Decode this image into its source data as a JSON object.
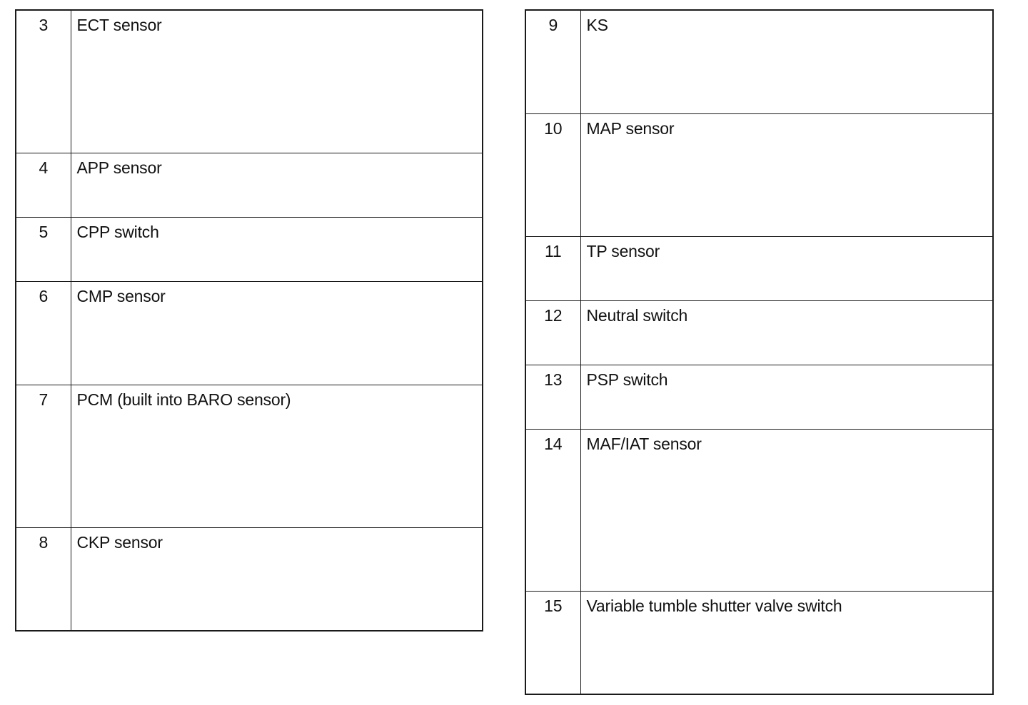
{
  "left_table": {
    "rows": [
      {
        "number": "3",
        "label": "ECT sensor"
      },
      {
        "number": "4",
        "label": "APP sensor"
      },
      {
        "number": "5",
        "label": "CPP switch"
      },
      {
        "number": "6",
        "label": "CMP sensor"
      },
      {
        "number": "7",
        "label": "PCM (built into BARO sensor)"
      },
      {
        "number": "8",
        "label": "CKP sensor"
      }
    ]
  },
  "right_table": {
    "rows": [
      {
        "number": "9",
        "label": "KS"
      },
      {
        "number": "10",
        "label": "MAP sensor"
      },
      {
        "number": "11",
        "label": "TP sensor"
      },
      {
        "number": "12",
        "label": "Neutral switch"
      },
      {
        "number": "13",
        "label": "PSP switch"
      },
      {
        "number": "14",
        "label": "MAF/IAT sensor"
      },
      {
        "number": "15",
        "label": "Variable tumble shutter valve switch"
      }
    ]
  }
}
